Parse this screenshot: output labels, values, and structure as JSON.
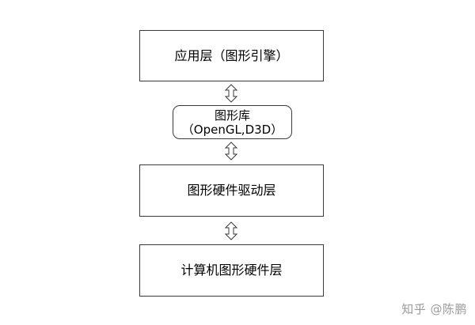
{
  "diagram": {
    "layers": {
      "application": "应用层（图形引擎）",
      "graphics_library_line1": "图形库",
      "graphics_library_line2": "（OpenGL,D3D）",
      "graphics_driver": "图形硬件驱动层",
      "hardware": "计算机图形硬件层"
    },
    "connectors": {
      "style": "double-headed",
      "count": 3
    },
    "colors": {
      "border": "#3a3a3a",
      "text": "#000000",
      "watermark": "#9a9a9a"
    }
  },
  "watermark": "知乎 @陈鹏"
}
